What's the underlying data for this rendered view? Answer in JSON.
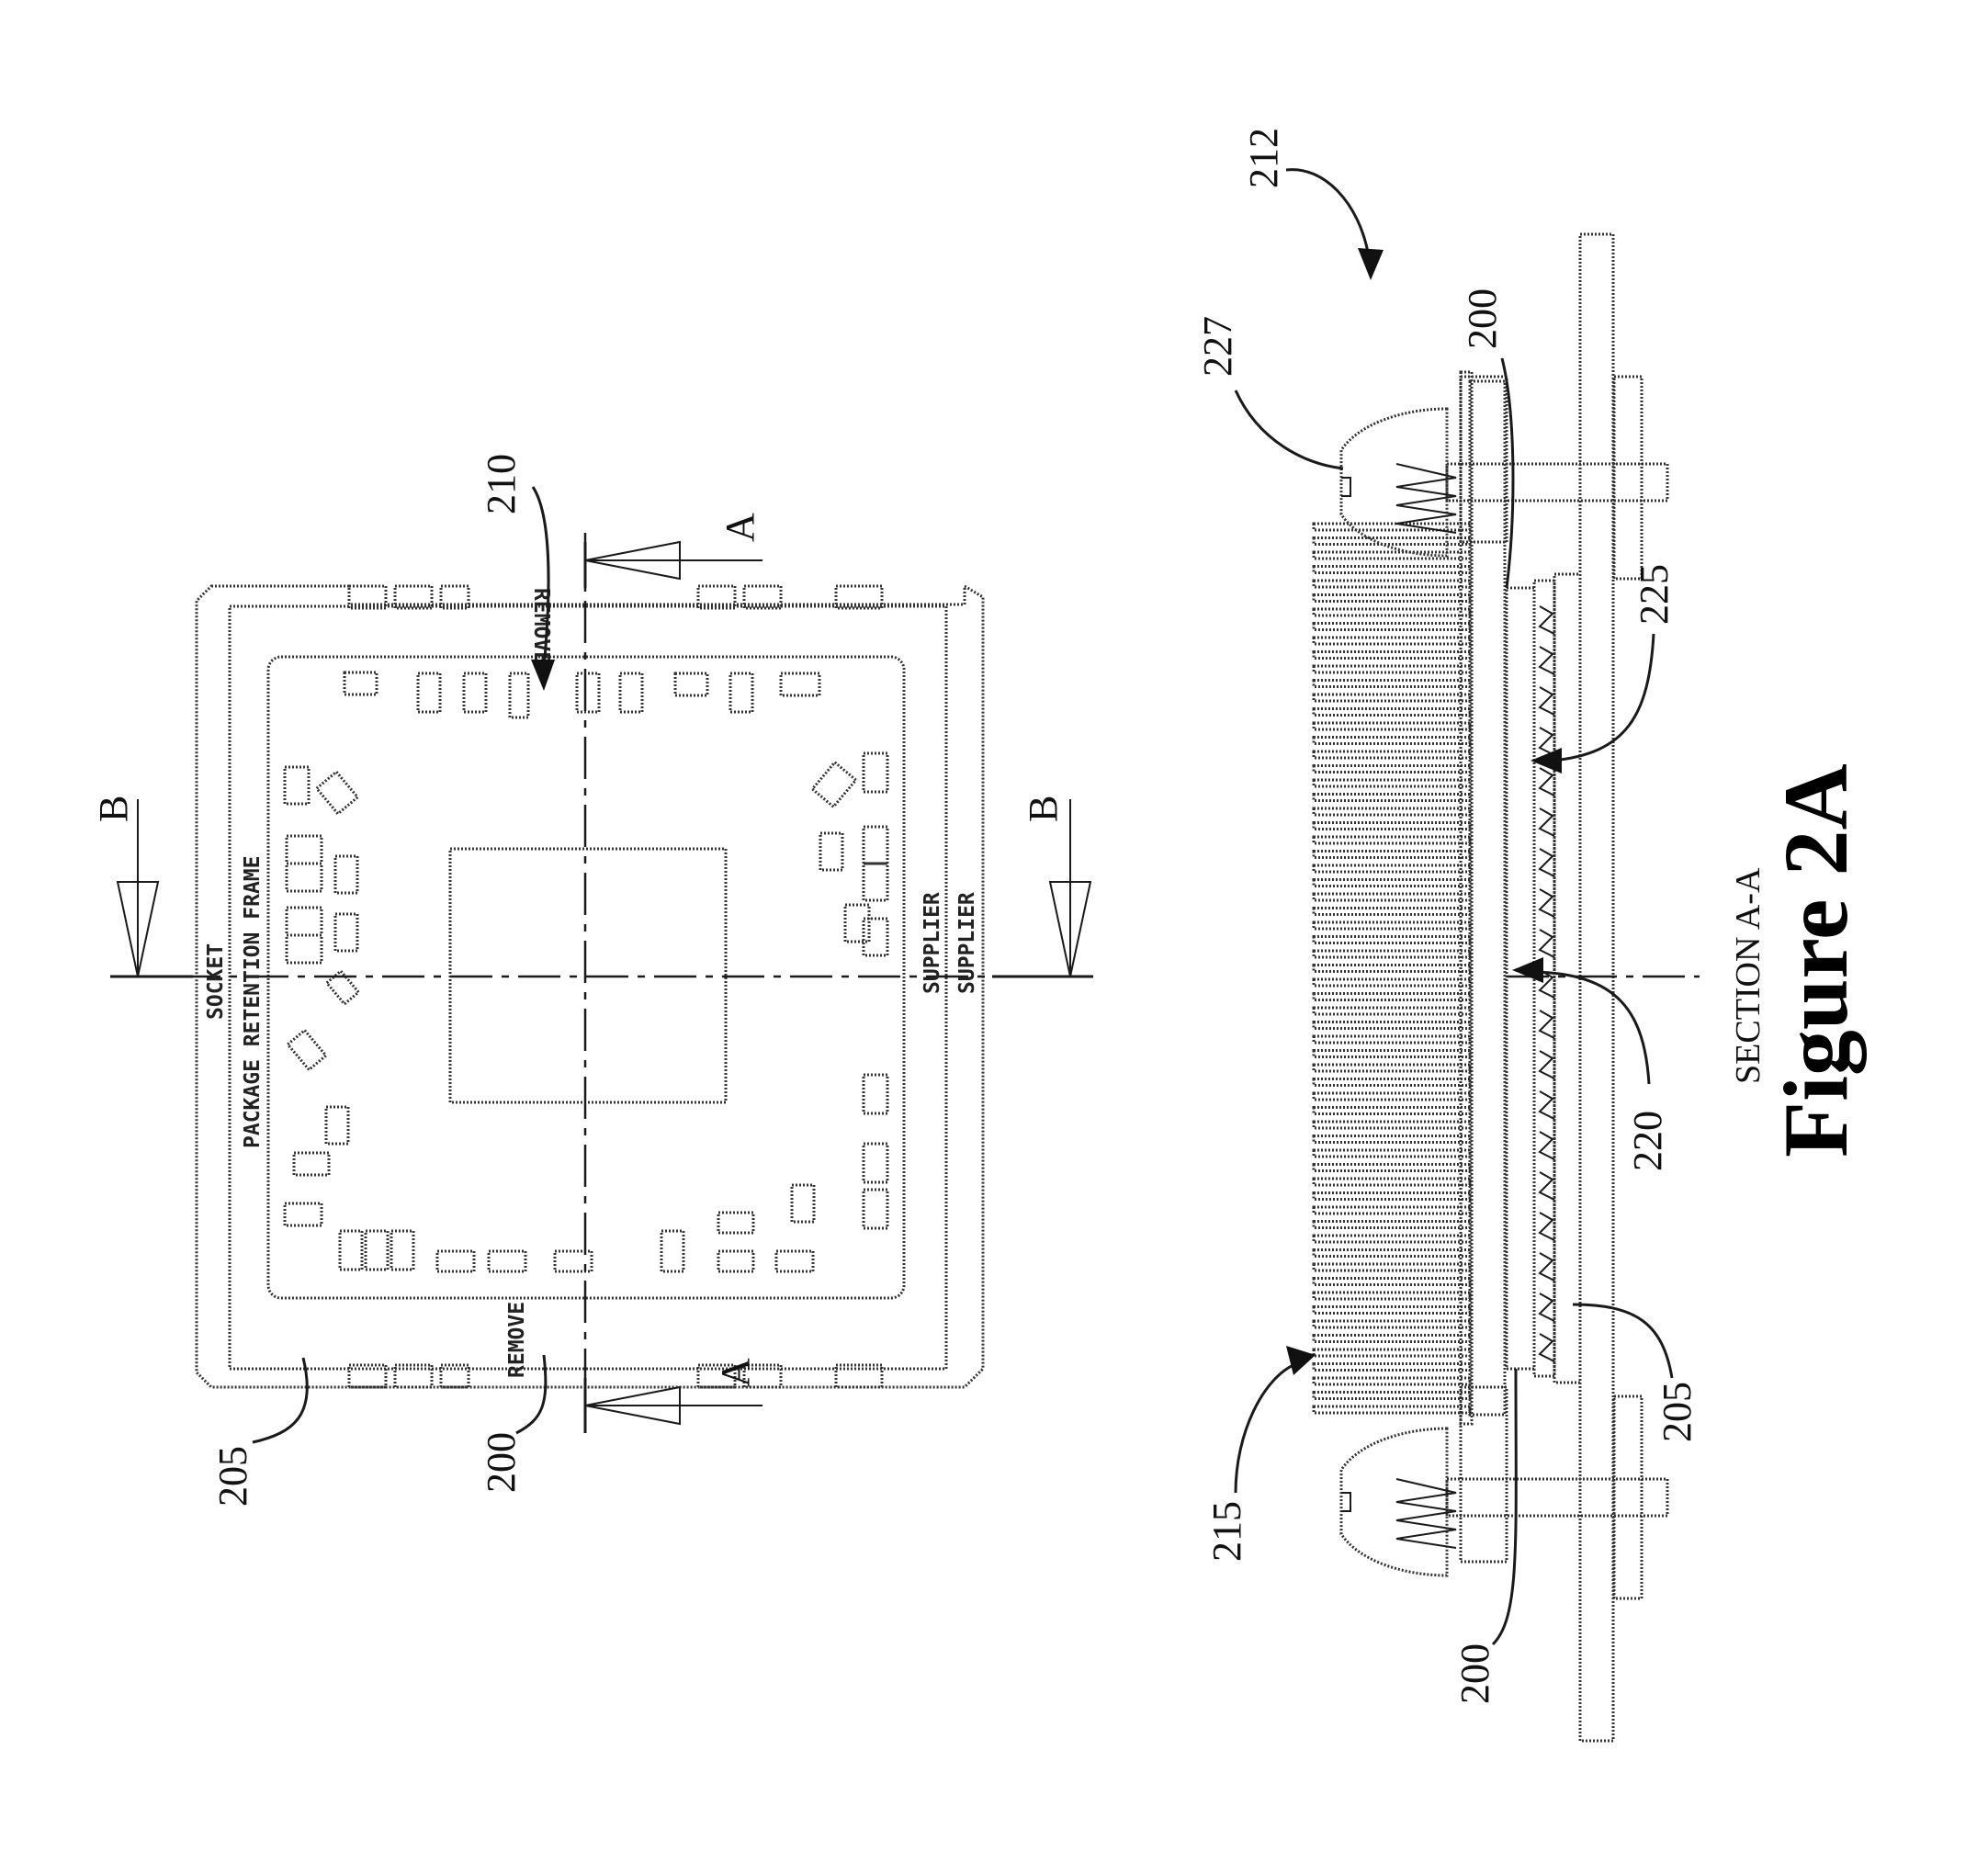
{
  "figure": {
    "title": "Figure 2A",
    "section_label": "SECTION A-A"
  },
  "top_view": {
    "ref_205": "205",
    "ref_200": "200",
    "ref_210": "210",
    "section_marker_a": "A",
    "section_marker_b": "B",
    "text_socket": "SOCKET",
    "text_package_retention_frame": "PACKAGE RETENTION FRAME",
    "text_supplier": "SUPPLIER",
    "text_remove": "REMOVE"
  },
  "section_view": {
    "ref_212": "212",
    "ref_227": "227",
    "ref_200_top": "200",
    "ref_225": "225",
    "ref_220": "220",
    "ref_205": "205",
    "ref_215": "215",
    "ref_200_bottom": "200"
  }
}
